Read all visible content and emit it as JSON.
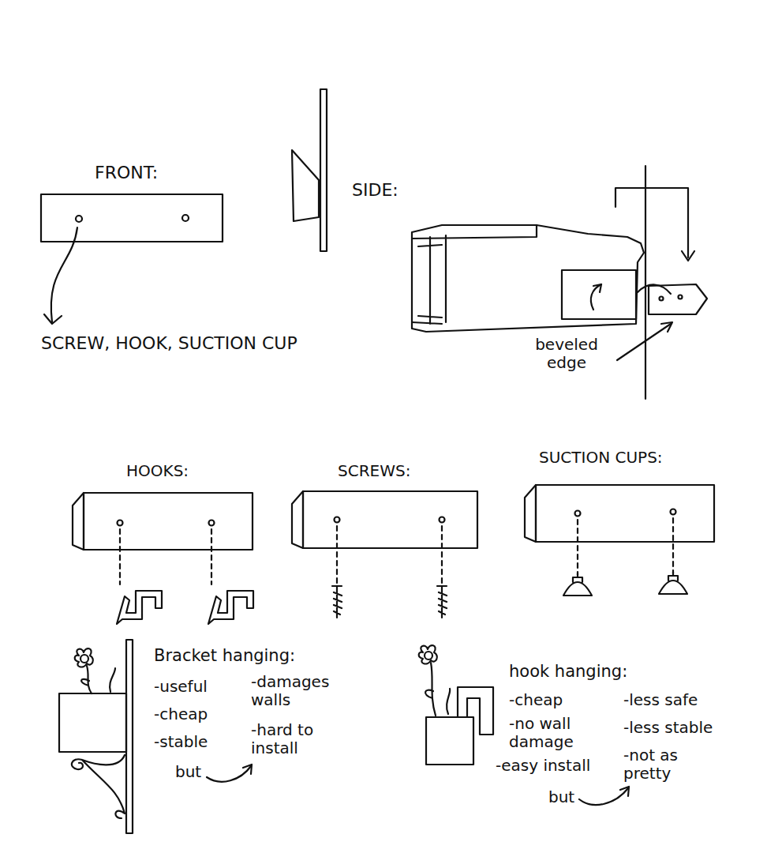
{
  "diagram": {
    "labels": [
      "FRONT:",
      "SIDE:",
      "SCREW, HOOK, SUCTION CUP",
      "beveled edge",
      "HOOKS:",
      "SCREWS:",
      "SUCTION CUPS:",
      "Bracket hanging:",
      "-useful",
      "-cheap",
      "-stable",
      "but",
      "-damages walls",
      "-hard to install",
      "hook hanging:",
      "-cheap",
      "-no wall damage",
      "-easy install",
      "but",
      "-less safe",
      "-less stable",
      "-not as pretty"
    ]
  }
}
